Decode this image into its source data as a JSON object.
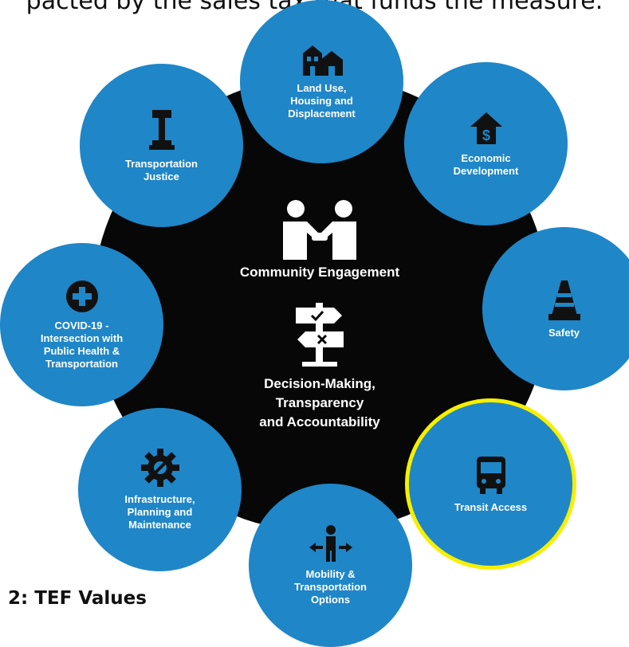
{
  "header_text": "pacted by the sales tax that funds the measure.",
  "caption": "2: TEF Values",
  "center": {
    "engagement_label": "Community Engagement",
    "decision_label": "Decision-Making,\nTransparency\nand Accountability"
  },
  "nodes": {
    "land_use": {
      "label": "Land Use,\nHousing and\nDisplacement",
      "icon": "houses-icon"
    },
    "economic": {
      "label": "Economic\nDevelopment",
      "icon": "dollar-house-icon"
    },
    "safety": {
      "label": "Safety",
      "icon": "traffic-cone-icon"
    },
    "transit": {
      "label": "Transit Access",
      "icon": "bus-icon"
    },
    "mobility": {
      "label": "Mobility &\nTransportation\nOptions",
      "icon": "person-arrows-icon"
    },
    "infrastructure": {
      "label": "Infrastructure,\nPlanning and\nMaintenance",
      "icon": "gear-wrench-icon"
    },
    "covid": {
      "label": "COVID-19 -\nIntersection with\nPublic Health &\nTransportation",
      "icon": "medical-cross-icon"
    },
    "justice": {
      "label": "Transportation\nJustice",
      "icon": "gavel-icon"
    }
  },
  "colors": {
    "node_blue": "#1f86c8",
    "hub_black": "#070707",
    "highlight_yellow": "#f6ef00"
  }
}
